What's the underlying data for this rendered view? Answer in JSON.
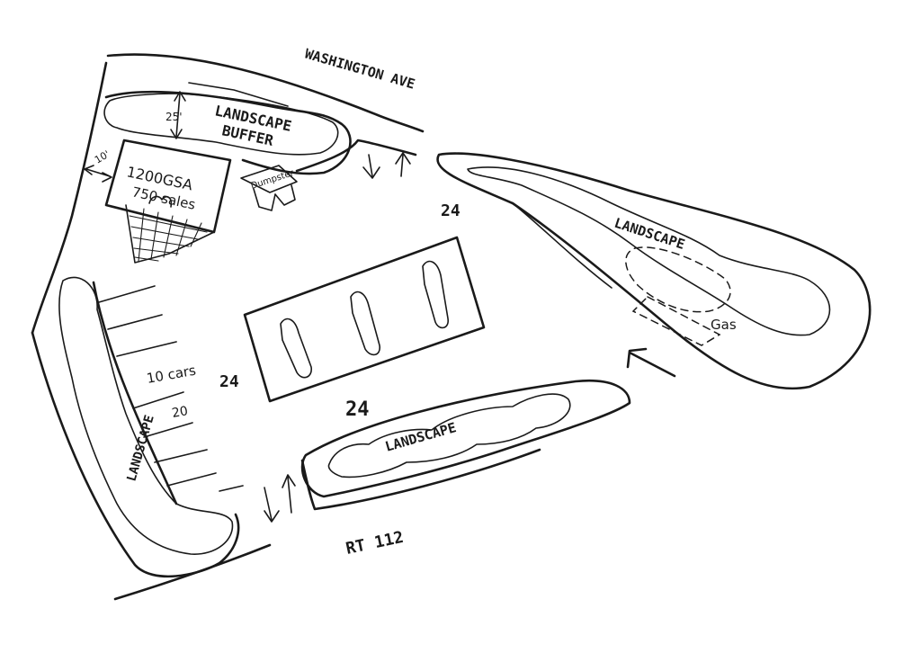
{
  "streets": {
    "top": "WASHINGTON AVE",
    "bottom": "RT 112"
  },
  "building": {
    "area": "1200GSA",
    "sales": "750 sales"
  },
  "dumpster": "Dumpster",
  "landscape": {
    "buffer_line1": "LANDSCAPE",
    "buffer_line2": "BUFFER",
    "right_island": "LANDSCAPE",
    "bottom_island": "LANDSCAPE",
    "left_strip": "LANDSCAPE"
  },
  "gas": "Gas",
  "dimensions": {
    "setback_25": "25'",
    "setback_10": "10'",
    "aisle_top": "24",
    "aisle_left": "24",
    "aisle_bottom": "24",
    "stall_depth": "20"
  },
  "parking": {
    "cars": "10 cars"
  }
}
